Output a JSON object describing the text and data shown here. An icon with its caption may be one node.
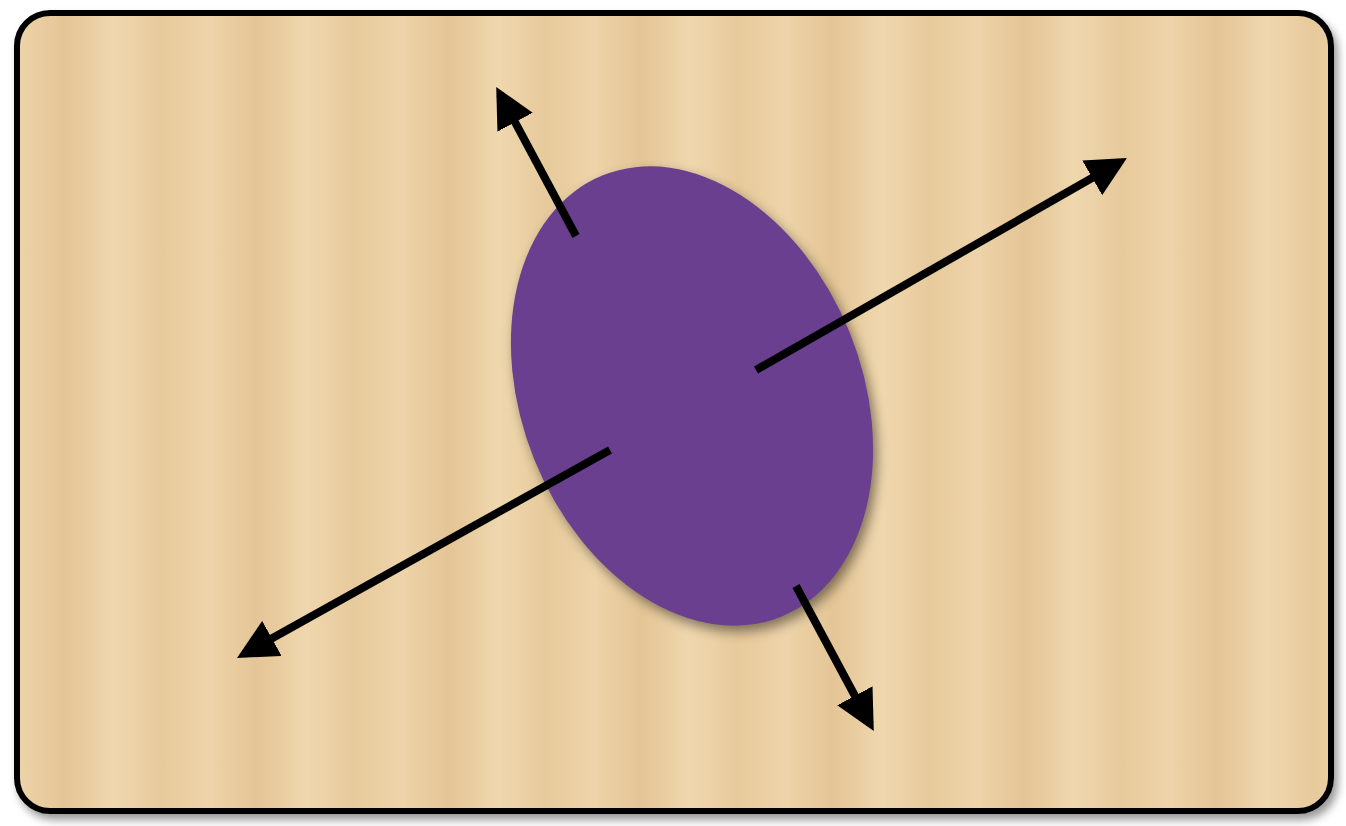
{
  "diagram": {
    "nodes": [
      {
        "text": [],
        "shape": "box"
      },
      {
        "text": [],
        "shape": "ellipse",
        "in": 0
      }
    ],
    "edges": [
      {
        "from": 1,
        "to": null,
        "arrow": "to"
      },
      {
        "from": 1,
        "to": null,
        "arrow": "to"
      },
      {
        "from": 1,
        "to": null,
        "arrow": "to"
      },
      {
        "from": 1,
        "to": null,
        "arrow": "to"
      }
    ]
  }
}
